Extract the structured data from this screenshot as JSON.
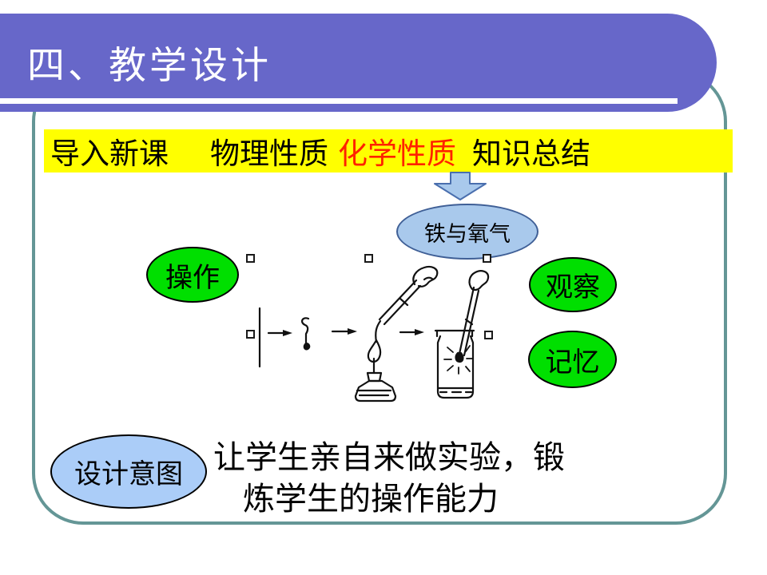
{
  "title_bar": {
    "title": "四、教学设计"
  },
  "stage_strip": {
    "items": [
      {
        "label": "导入新课",
        "emphasis": "normal"
      },
      {
        "label": "物理性质",
        "emphasis": "normal"
      },
      {
        "label": "化学性质",
        "emphasis": "red"
      },
      {
        "label": "知识总结",
        "emphasis": "normal"
      }
    ]
  },
  "flow": {
    "topic_label": "铁与氧气",
    "skills": [
      {
        "label": "操作"
      },
      {
        "label": "观察"
      },
      {
        "label": "记忆"
      }
    ]
  },
  "design_intent": {
    "label": "设计意图",
    "text_line1": "让学生亲自来做实验，锻",
    "text_line2": "炼学生的操作能力"
  },
  "icons": {
    "down_arrow": "block-arrow-down-icon",
    "experiment_sketch": "iron-wire-combustion-experiment-sketch"
  },
  "colors": {
    "header_purple": "#6767c9",
    "frame_teal": "#649696",
    "strip_yellow": "#ffff00",
    "highlight_red": "#ff2200",
    "bubble_green": "#00df00",
    "bubble_blue": "#a9c9ec",
    "intent_blue": "#abcdf8"
  }
}
